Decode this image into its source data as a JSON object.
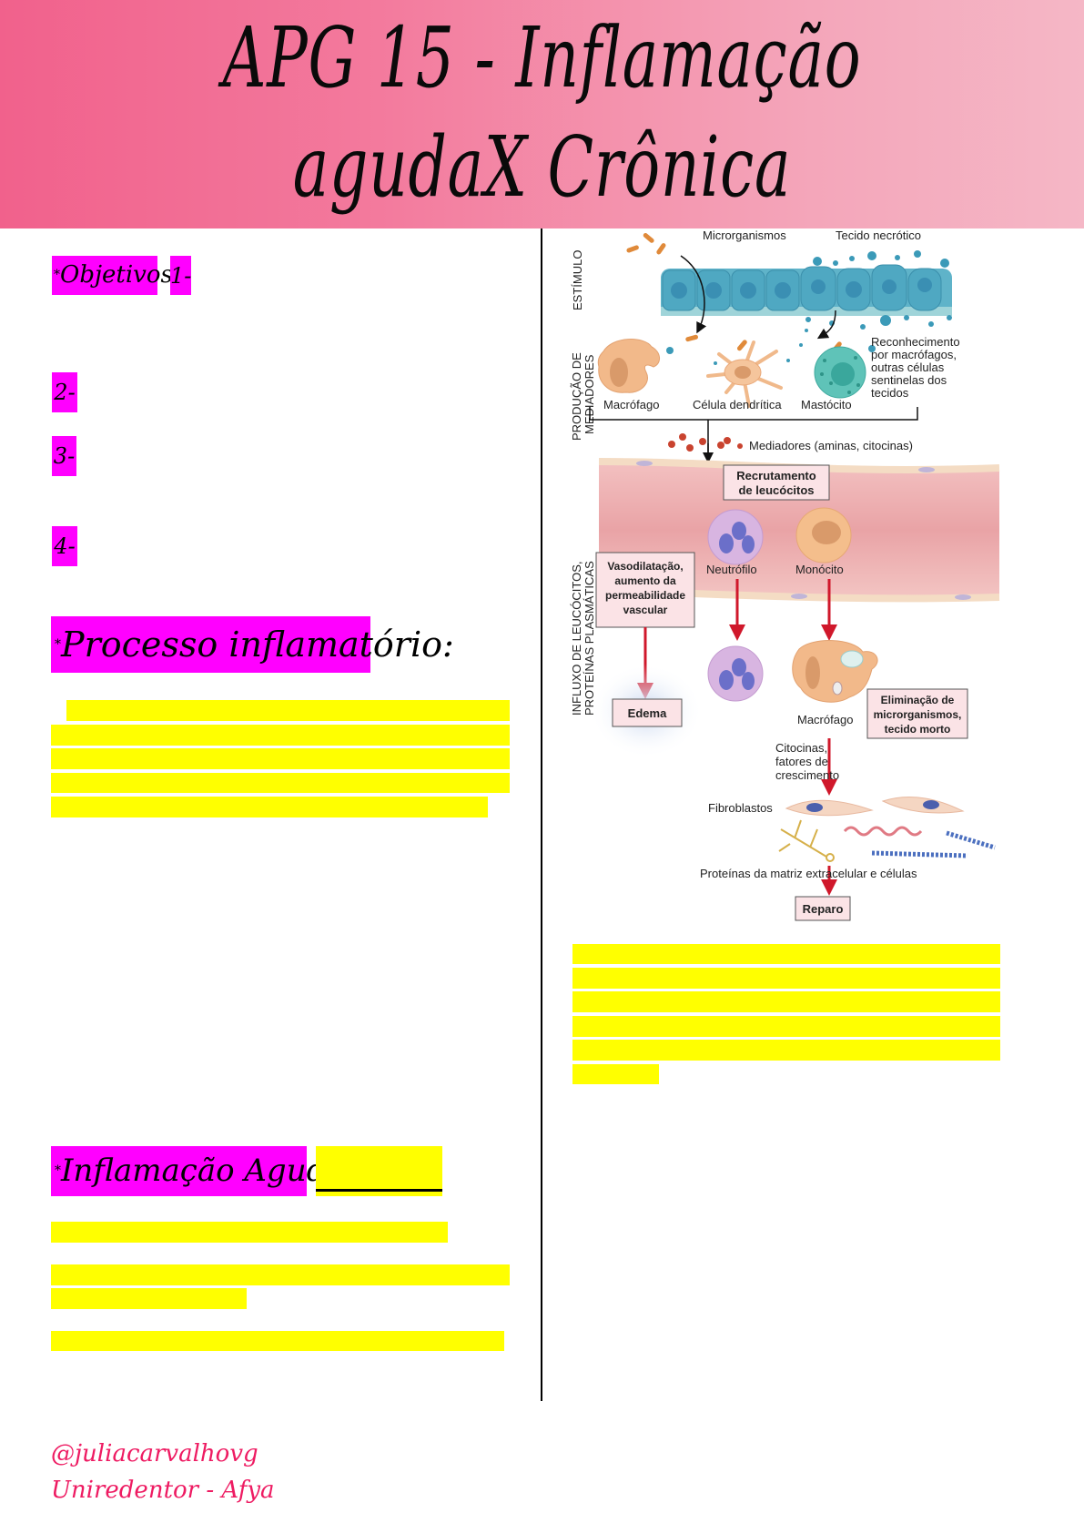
{
  "header": {
    "title_line1": "APG 15 - Inflamação",
    "title_line2": "agudaX Crônica",
    "gradient_start": "#f1618c",
    "gradient_end": "#f5b7c6"
  },
  "objectives": {
    "label": "Objetivos:",
    "asterisk": "*",
    "items": [
      "1-",
      "2-",
      "3-",
      "4-"
    ],
    "highlight_color": "#ff00ff"
  },
  "process_section": {
    "heading": "Processo inflamatório:",
    "asterisk": "*",
    "highlighted_lines": 5,
    "highlight_color": "#ffff00"
  },
  "figure": {
    "row_labels": {
      "stimulus": "ESTÍMULO",
      "mediators_line1": "PRODUÇÃO DE",
      "mediators_line2": "MEDIADORES",
      "influx_line1": "INFLUXO DE LEUCÓCITOS,",
      "influx_line2": "PROTEÍNAS PLASMÁTICAS"
    },
    "labels": {
      "microorganisms": "Microrganismos",
      "necrotic_tissue": "Tecido necrótico",
      "macrophage": "Macrófago",
      "dendritic_cell": "Célula dendrítica",
      "mast_cell": "Mastócito",
      "recognition": [
        "Reconhecimento",
        "por macrófagos,",
        "outras células",
        "sentinelas dos",
        "tecidos"
      ],
      "mediators": "Mediadores (aminas, citocinas)",
      "recruitment": [
        "Recrutamento",
        "de leucócitos"
      ],
      "vasodilation": [
        "Vasodilatação,",
        "aumento da",
        "permeabilidade",
        "vascular"
      ],
      "neutrophil": "Neutrófilo",
      "monocyte": "Monócito",
      "edema": "Edema",
      "macrophage2": "Macrófago",
      "elimination": [
        "Eliminação de",
        "microrganismos,",
        "tecido morto"
      ],
      "cytokines": [
        "Citocinas,",
        "fatores de",
        "crescimento"
      ],
      "fibroblasts": "Fibroblastos",
      "ecm": "Proteínas da matriz extracelular e células",
      "repair": "Reparo"
    }
  },
  "figure_notes": {
    "highlighted_lines": 6,
    "highlight_color": "#ffff00"
  },
  "acute_section": {
    "heading": "Inflamação Aguda:",
    "asterisk": "*",
    "highlighted_lines": 4
  },
  "footer": {
    "handle": "@juliacarvalhovg",
    "institution": "Uniredentor - Afya",
    "color": "#ee1b62"
  }
}
